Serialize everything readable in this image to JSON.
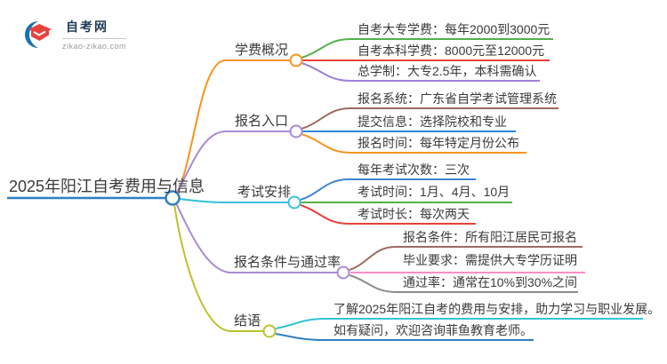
{
  "logo": {
    "site_name": "自考网",
    "site_domain": "zikao-zikao.com",
    "icon": "graduation-cap-icon",
    "colors": {
      "crescent": "#1470b8",
      "cap": "#e8413c"
    }
  },
  "mindmap": {
    "root": {
      "label": "2025年阳江自考费用与信息",
      "color": "#2e7fc2"
    },
    "branches": [
      {
        "label": "学费概况",
        "color": "#f7941d",
        "children": [
          {
            "text": "自考大专学费：每年2000到3000元",
            "color": "#56b04c"
          },
          {
            "text": "自考本科学费：8000元至12000元",
            "color": "#e8413c"
          },
          {
            "text": "总学制：大专2.5年，本科需确认",
            "color": "#9e7fd6"
          }
        ]
      },
      {
        "label": "报名入口",
        "color": "#a98ad4",
        "children": [
          {
            "text": "报名系统：广东省自学考试管理系统",
            "color": "#9b6a5f"
          },
          {
            "text": "提交信息：选择院校和专业",
            "color": "#3087d8"
          },
          {
            "text": "报名时间：每年特定月份公布",
            "color": "#f7941d"
          }
        ]
      },
      {
        "label": "考试安排",
        "color": "#35c3d8",
        "children": [
          {
            "text": "每年考试次数：三次",
            "color": "#3e83d2"
          },
          {
            "text": "考试时间：1月、4月、10月",
            "color": "#56b04c"
          },
          {
            "text": "考试时长：每次两天",
            "color": "#e8413c"
          }
        ]
      },
      {
        "label": "报名条件与通过率",
        "color": "#a98ad4",
        "children": [
          {
            "text": "报名条件：所有阳江居民可报名",
            "color": "#9b6a5f"
          },
          {
            "text": "毕业要求：需提供大专学历证明",
            "color": "#fb8ec6"
          },
          {
            "text": "通过率：通常在10%到30%之间",
            "color": "#8c8c8c"
          }
        ]
      },
      {
        "label": "结语",
        "color": "#bcc32e",
        "children": [
          {
            "text": "了解2025年阳江自考的费用与安排，助力学习与职业发展。",
            "color": "#35c3d8"
          },
          {
            "text": "如有疑问，欢迎咨询菲鱼教育老师。",
            "color": "#2e7fc2"
          }
        ]
      }
    ]
  }
}
